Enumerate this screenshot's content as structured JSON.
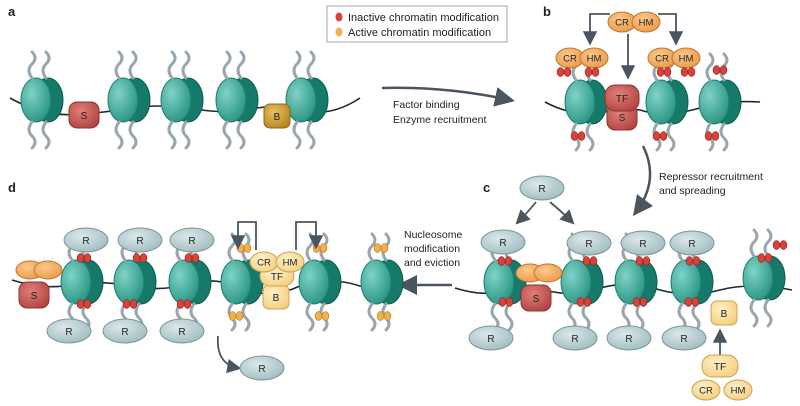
{
  "panels": {
    "a": "a",
    "b": "b",
    "c": "c",
    "d": "d"
  },
  "legend": {
    "inactive": "Inactive chromatin modification",
    "active": "Active chromatin modification"
  },
  "arrows": {
    "a_to_b": [
      "Factor binding",
      "Enzyme recruitment"
    ],
    "b_to_c": [
      "Repressor recruitment",
      "and spreading"
    ],
    "c_to_d": [
      "Nucleosome",
      "modification",
      "and eviction"
    ]
  },
  "labels": {
    "S": "S",
    "B": "B",
    "TF": "TF",
    "CR": "CR",
    "HM": "HM",
    "R": "R"
  },
  "colors": {
    "nucleosome": "#3aa99a",
    "nucleosome_band": "#137a6a",
    "silencer": "#c0514f",
    "boundary_dark": "#c79a2c",
    "boundary_light": "#f6d58f",
    "enzyme": "#f0a85a",
    "repressor": "#b6cccf",
    "inactive_mark": "#d9423a",
    "active_mark": "#f1b04c"
  }
}
